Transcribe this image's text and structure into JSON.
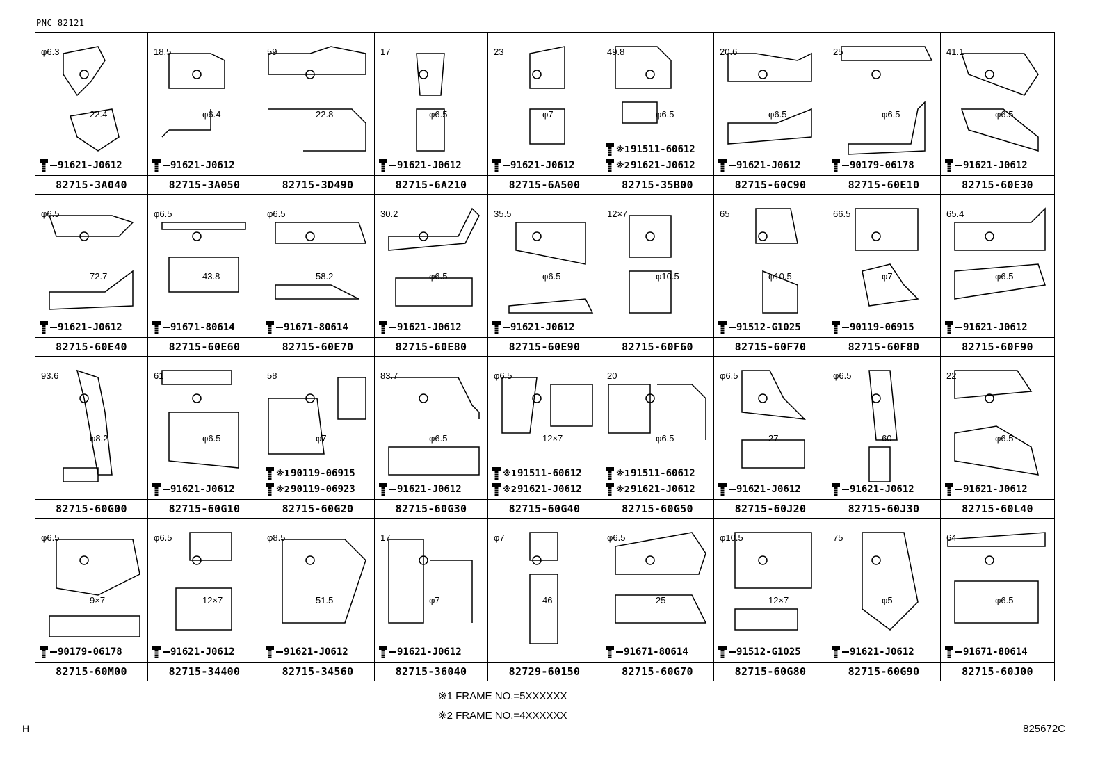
{
  "pnc_label": "PNC 82121",
  "cells": [
    {
      "part": "82715-3A040",
      "bolts": [
        {
          "no": "91621-J0612",
          "mark": ""
        }
      ],
      "dims": [
        "φ6.3",
        "22.4"
      ]
    },
    {
      "part": "82715-3A050",
      "bolts": [
        {
          "no": "91621-J0612",
          "mark": ""
        }
      ],
      "dims": [
        "18.5",
        "φ6.4"
      ]
    },
    {
      "part": "82715-3D490",
      "bolts": [],
      "dims": [
        "59",
        "22.8"
      ]
    },
    {
      "part": "82715-6A210",
      "bolts": [
        {
          "no": "91621-J0612",
          "mark": ""
        }
      ],
      "dims": [
        "17",
        "φ6.5"
      ]
    },
    {
      "part": "82715-6A500",
      "bolts": [
        {
          "no": "91621-J0612",
          "mark": ""
        }
      ],
      "dims": [
        "23",
        "φ7"
      ]
    },
    {
      "part": "82715-35B00",
      "bolts": [
        {
          "no": "91511-60612",
          "mark": "※1"
        },
        {
          "no": "91621-J0612",
          "mark": "※2"
        }
      ],
      "dims": [
        "49.8",
        "φ6.5"
      ]
    },
    {
      "part": "82715-60C90",
      "bolts": [
        {
          "no": "91621-J0612",
          "mark": ""
        }
      ],
      "dims": [
        "20.6",
        "φ6.5"
      ]
    },
    {
      "part": "82715-60E10",
      "bolts": [
        {
          "no": "90179-06178",
          "mark": ""
        }
      ],
      "dims": [
        "25",
        "φ6.5"
      ]
    },
    {
      "part": "82715-60E30",
      "bolts": [
        {
          "no": "91621-J0612",
          "mark": ""
        }
      ],
      "dims": [
        "41.1",
        "φ6.5"
      ]
    },
    {
      "part": "82715-60E40",
      "bolts": [
        {
          "no": "91621-J0612",
          "mark": ""
        }
      ],
      "dims": [
        "φ6.5",
        "72.7"
      ]
    },
    {
      "part": "82715-60E60",
      "bolts": [
        {
          "no": "91671-80614",
          "mark": ""
        }
      ],
      "dims": [
        "φ6.5",
        "43.8"
      ]
    },
    {
      "part": "82715-60E70",
      "bolts": [
        {
          "no": "91671-80614",
          "mark": ""
        }
      ],
      "dims": [
        "φ6.5",
        "58.2"
      ]
    },
    {
      "part": "82715-60E80",
      "bolts": [
        {
          "no": "91621-J0612",
          "mark": ""
        }
      ],
      "dims": [
        "30.2",
        "φ6.5"
      ]
    },
    {
      "part": "82715-60E90",
      "bolts": [
        {
          "no": "91621-J0612",
          "mark": ""
        }
      ],
      "dims": [
        "35.5",
        "φ6.5"
      ]
    },
    {
      "part": "82715-60F60",
      "bolts": [],
      "dims": [
        "12×7",
        "φ10.5"
      ]
    },
    {
      "part": "82715-60F70",
      "bolts": [
        {
          "no": "91512-G1025",
          "mark": ""
        }
      ],
      "dims": [
        "65",
        "φ10.5"
      ]
    },
    {
      "part": "82715-60F80",
      "bolts": [
        {
          "no": "90119-06915",
          "mark": ""
        }
      ],
      "dims": [
        "66.5",
        "φ7"
      ]
    },
    {
      "part": "82715-60F90",
      "bolts": [
        {
          "no": "91621-J0612",
          "mark": ""
        }
      ],
      "dims": [
        "65.4",
        "φ6.5"
      ]
    },
    {
      "part": "82715-60G00",
      "bolts": [],
      "dims": [
        "93.6",
        "φ8.2"
      ]
    },
    {
      "part": "82715-60G10",
      "bolts": [
        {
          "no": "91621-J0612",
          "mark": ""
        }
      ],
      "dims": [
        "61",
        "φ6.5"
      ]
    },
    {
      "part": "82715-60G20",
      "bolts": [
        {
          "no": "90119-06915",
          "mark": "※1"
        },
        {
          "no": "90119-06923",
          "mark": "※2"
        }
      ],
      "dims": [
        "58",
        "φ7"
      ]
    },
    {
      "part": "82715-60G30",
      "bolts": [
        {
          "no": "91621-J0612",
          "mark": ""
        }
      ],
      "dims": [
        "83.7",
        "φ6.5"
      ]
    },
    {
      "part": "82715-60G40",
      "bolts": [
        {
          "no": "91511-60612",
          "mark": "※1"
        },
        {
          "no": "91621-J0612",
          "mark": "※2"
        }
      ],
      "dims": [
        "φ6.5",
        "12×7"
      ]
    },
    {
      "part": "82715-60G50",
      "bolts": [
        {
          "no": "91511-60612",
          "mark": "※1"
        },
        {
          "no": "91621-J0612",
          "mark": "※2"
        }
      ],
      "dims": [
        "20",
        "φ6.5"
      ]
    },
    {
      "part": "82715-60J20",
      "bolts": [
        {
          "no": "91621-J0612",
          "mark": ""
        }
      ],
      "dims": [
        "φ6.5",
        "27"
      ]
    },
    {
      "part": "82715-60J30",
      "bolts": [
        {
          "no": "91621-J0612",
          "mark": ""
        }
      ],
      "dims": [
        "φ6.5",
        "60"
      ]
    },
    {
      "part": "82715-60L40",
      "bolts": [
        {
          "no": "91621-J0612",
          "mark": ""
        }
      ],
      "dims": [
        "22",
        "φ6.5"
      ]
    },
    {
      "part": "82715-60M00",
      "bolts": [
        {
          "no": "90179-06178",
          "mark": ""
        }
      ],
      "dims": [
        "φ6.5",
        "9×7"
      ]
    },
    {
      "part": "82715-34400",
      "bolts": [
        {
          "no": "91621-J0612",
          "mark": ""
        }
      ],
      "dims": [
        "φ6.5",
        "12×7"
      ]
    },
    {
      "part": "82715-34560",
      "bolts": [
        {
          "no": "91621-J0612",
          "mark": ""
        }
      ],
      "dims": [
        "φ8.5",
        "51.5"
      ]
    },
    {
      "part": "82715-36040",
      "bolts": [
        {
          "no": "91621-J0612",
          "mark": ""
        }
      ],
      "dims": [
        "17",
        "φ7"
      ]
    },
    {
      "part": "82729-60150",
      "bolts": [],
      "dims": [
        "φ7",
        "46"
      ]
    },
    {
      "part": "82715-60G70",
      "bolts": [
        {
          "no": "91671-80614",
          "mark": ""
        }
      ],
      "dims": [
        "φ6.5",
        "25"
      ]
    },
    {
      "part": "82715-60G80",
      "bolts": [
        {
          "no": "91512-G1025",
          "mark": ""
        }
      ],
      "dims": [
        "φ10.5",
        "12×7"
      ]
    },
    {
      "part": "82715-60G90",
      "bolts": [
        {
          "no": "91621-J0612",
          "mark": ""
        }
      ],
      "dims": [
        "75",
        "φ5"
      ]
    },
    {
      "part": "82715-60J00",
      "bolts": [
        {
          "no": "91671-80614",
          "mark": ""
        }
      ],
      "dims": [
        "64",
        "φ6.5"
      ]
    }
  ],
  "notes": [
    "※1 FRAME NO.=5XXXXXX",
    "※2 FRAME NO.=4XXXXXX"
  ],
  "corner_left": "H",
  "corner_code": "825672C"
}
